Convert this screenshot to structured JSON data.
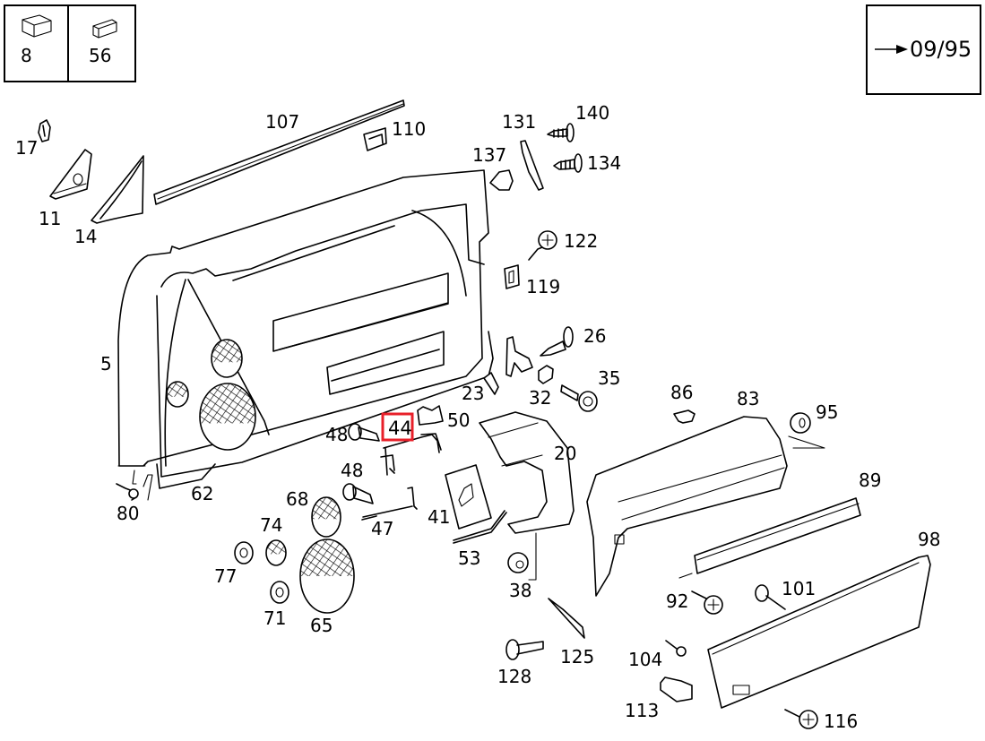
{
  "diagram": {
    "title": "Door inner trim panel – exploded parts view",
    "highlight_color": "#e8202a",
    "highlighted_part": "44",
    "legend": {
      "items": [
        {
          "part": "8",
          "icon": "block-cube-icon"
        },
        {
          "part": "56",
          "icon": "flat-pad-icon"
        }
      ]
    },
    "validity": {
      "arrow": "→",
      "text": "09/95"
    },
    "parts": {
      "p5": "5",
      "p11": "11",
      "p14": "14",
      "p17": "17",
      "p20": "20",
      "p23": "23",
      "p26": "26",
      "p32": "32",
      "p35": "35",
      "p38": "38",
      "p41": "41",
      "p44": "44",
      "p47": "47",
      "p48a": "48",
      "p48b": "48",
      "p50": "50",
      "p53": "53",
      "p62": "62",
      "p65": "65",
      "p68": "68",
      "p71": "71",
      "p74": "74",
      "p77": "77",
      "p80": "80",
      "p83": "83",
      "p86": "86",
      "p89": "89",
      "p92": "92",
      "p95": "95",
      "p98": "98",
      "p101": "101",
      "p104": "104",
      "p107": "107",
      "p110": "110",
      "p113": "113",
      "p116": "116",
      "p119": "119",
      "p122": "122",
      "p125": "125",
      "p128": "128",
      "p131": "131",
      "p134": "134",
      "p137": "137",
      "p140": "140"
    }
  }
}
